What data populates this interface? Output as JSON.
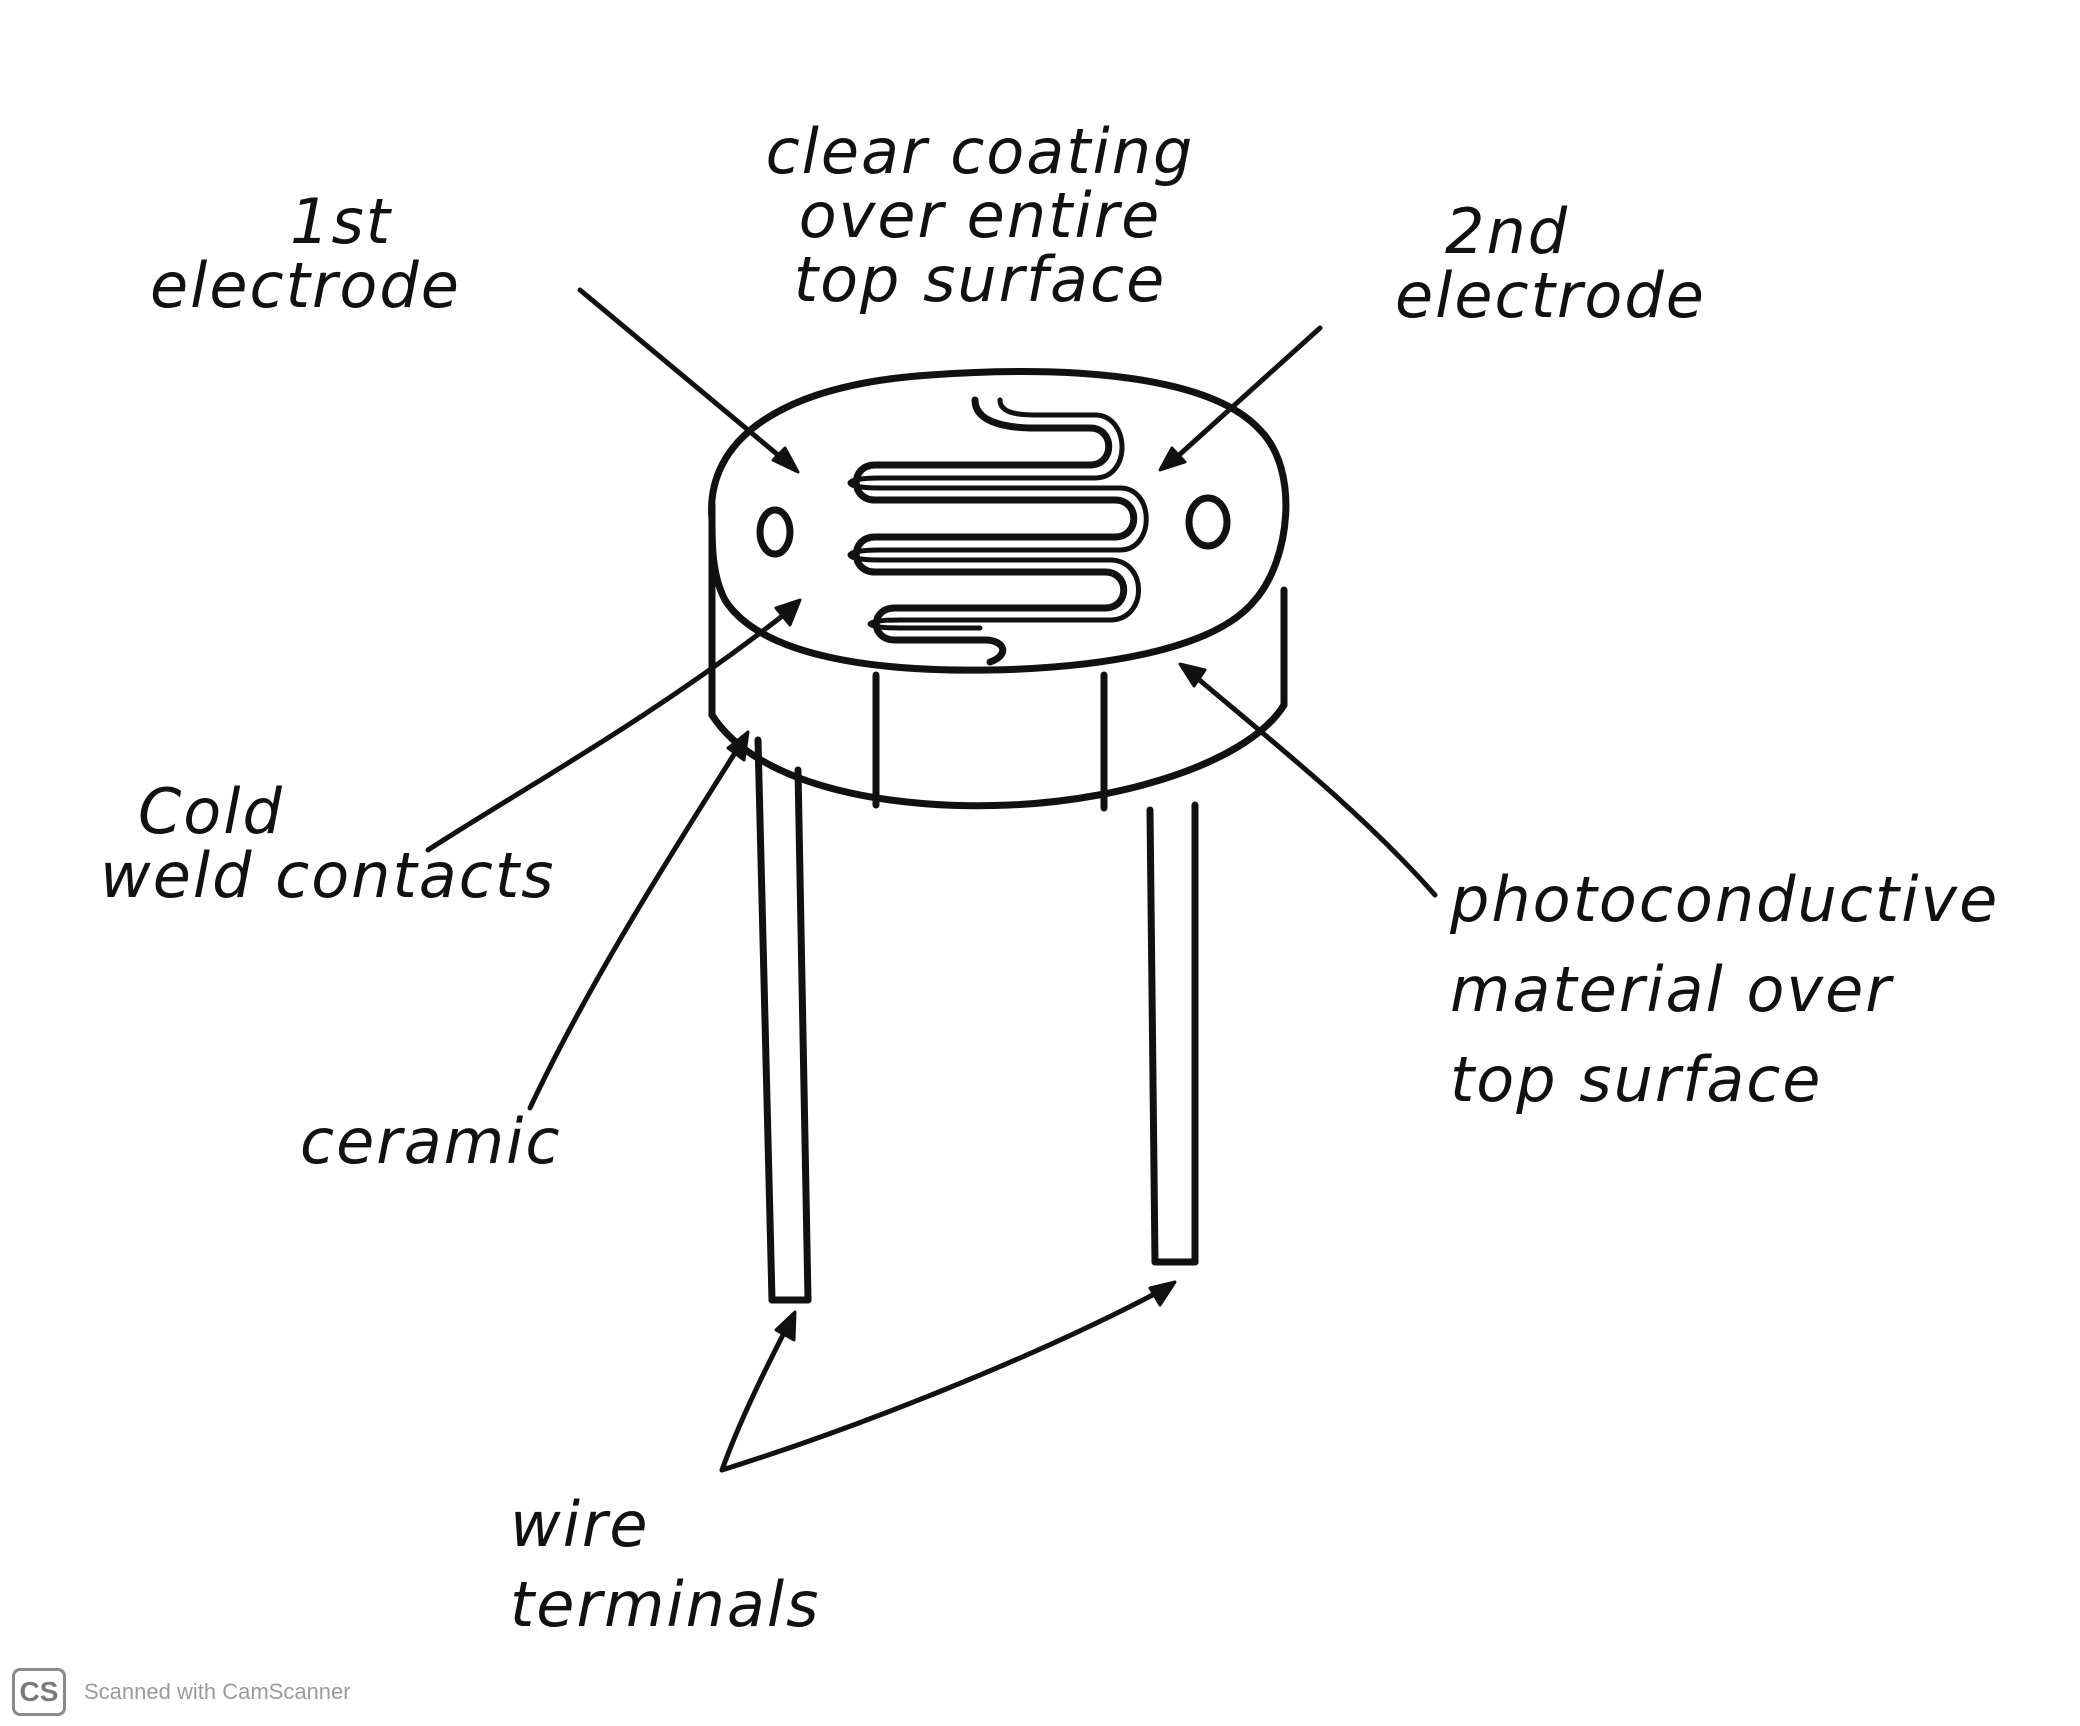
{
  "labels": {
    "first_electrode": [
      "1st",
      "electrode"
    ],
    "clear_coating": [
      "clear coating",
      "over entire",
      "top surface"
    ],
    "second_electrode": [
      "2nd",
      "electrode"
    ],
    "cold_weld": [
      "Cold",
      "weld contacts"
    ],
    "photoconductive": [
      "photoconductive",
      "material over",
      "top surface"
    ],
    "ceramic": "ceramic",
    "wire_terminals": [
      "wire",
      "terminals"
    ]
  },
  "watermark": {
    "logo": "CS",
    "text": "Scanned with CamScanner"
  },
  "colors": {
    "ink": "#111111",
    "paper": "#ffffff",
    "watermark": "#9a9a9a"
  }
}
